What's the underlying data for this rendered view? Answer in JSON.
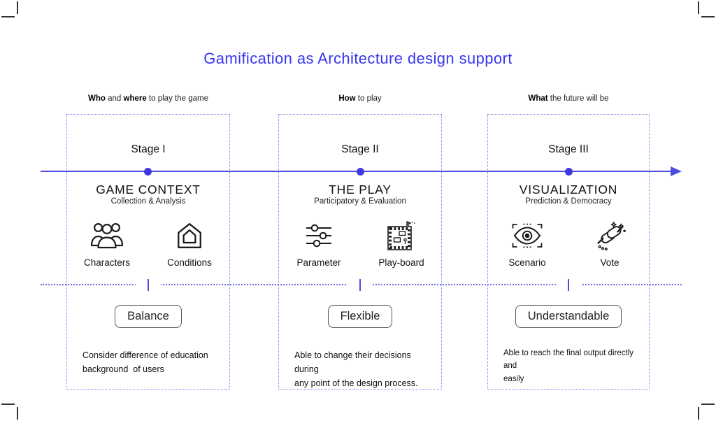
{
  "title": "Gamification as Architecture design support",
  "colors": {
    "title_blue": "#3636f0",
    "timeline_blue": "#4f4ce2",
    "box_border_blue": "#7d7df0",
    "ink": "#1c1c1c"
  },
  "stages": [
    {
      "header_parts": [
        "Who",
        " and ",
        "where",
        " to play the game"
      ],
      "stage_label": "Stage I",
      "heading": "GAME CONTEXT",
      "subheading": "Collection & Analysis",
      "icon1_label": "Characters",
      "icon2_label": "Conditions",
      "tag_label": "Balance",
      "description": "Consider difference of education\nbackground  of users"
    },
    {
      "header_parts": [
        "How",
        " to play"
      ],
      "stage_label": "Stage II",
      "heading": "THE PLAY",
      "subheading": "Participatory & Evaluation",
      "icon1_label": "Parameter",
      "icon2_label": "Play-board",
      "tag_label": "Flexible",
      "description": "Able to change their decisions during\nany point of the design process."
    },
    {
      "header_parts": [
        "What",
        " the future will be"
      ],
      "stage_label": "Stage III",
      "heading": "VISUALIZATION",
      "subheading": "Prediction & Democracy",
      "icon1_label": "Scenario",
      "icon2_label": "Vote",
      "tag_label": "Understandable",
      "description": "Able to reach the final output directly and\neasily"
    }
  ]
}
